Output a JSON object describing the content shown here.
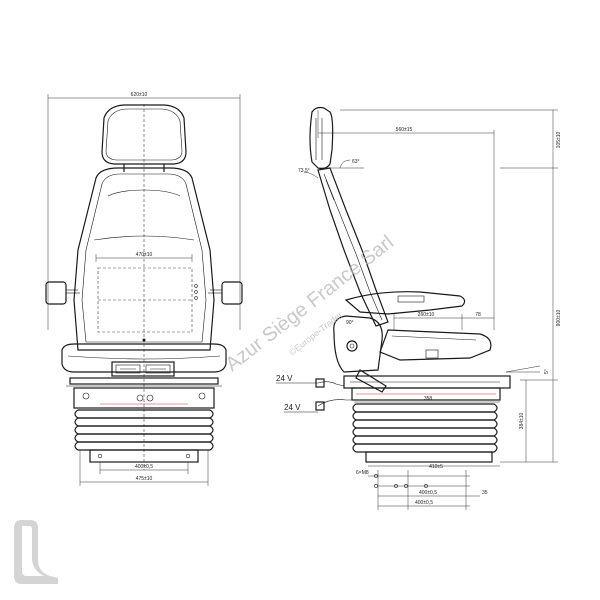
{
  "front_view": {
    "overall_width": "620±10",
    "cushion_width": "470±10",
    "base_width_inner": "400±0,5",
    "base_width_outer": "475±10"
  },
  "side_view": {
    "depth_top": "560±15",
    "backrest_angle": "63°",
    "recline_angle": "73,5°",
    "cushion_depth": "260±10",
    "seat_offset": "78",
    "base_length": "358",
    "height_top": "105±10",
    "height_total": "900±10",
    "height_seat": "384±10",
    "tilt_angle": "5°",
    "pivot_label": "90°",
    "rail_pitch_a": "410±5",
    "rail_pitch_b": "400±0,5",
    "rail_pitch_c": "400±0,5",
    "rail_offset": "6×M8",
    "rail_end": "35",
    "voltage_1": "24 V",
    "voltage_2": "24 V"
  },
  "watermark": {
    "text": "Azur Siège France Sarl",
    "subtext": "©Europe-Trader"
  }
}
